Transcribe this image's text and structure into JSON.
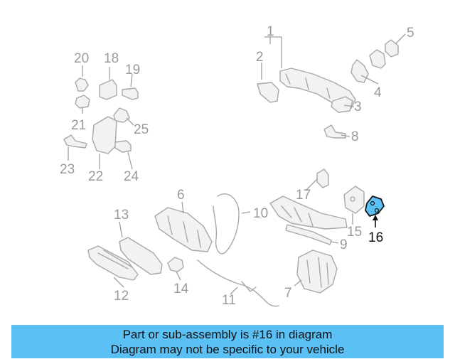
{
  "callouts": {
    "n1": "1",
    "n2": "2",
    "n3": "3",
    "n4": "4",
    "n5": "5",
    "n6": "6",
    "n7": "7",
    "n8": "8",
    "n9": "9",
    "n10": "10",
    "n11": "11",
    "n12": "12",
    "n13": "13",
    "n14": "14",
    "n15": "15",
    "n16": "16",
    "n17": "17",
    "n18": "18",
    "n19": "19",
    "n20": "20",
    "n21": "21",
    "n22": "22",
    "n23": "23",
    "n24": "24",
    "n25": "25"
  },
  "highlight_part": "16",
  "colors": {
    "banner": "#5bc0f4",
    "highlight_fill": "#5bc0f4",
    "callout_gray": "#9a9a9a"
  },
  "banner": {
    "line1": "Part or sub-assembly is #16 in diagram",
    "line2": "Diagram may not be specific to your vehicle"
  }
}
